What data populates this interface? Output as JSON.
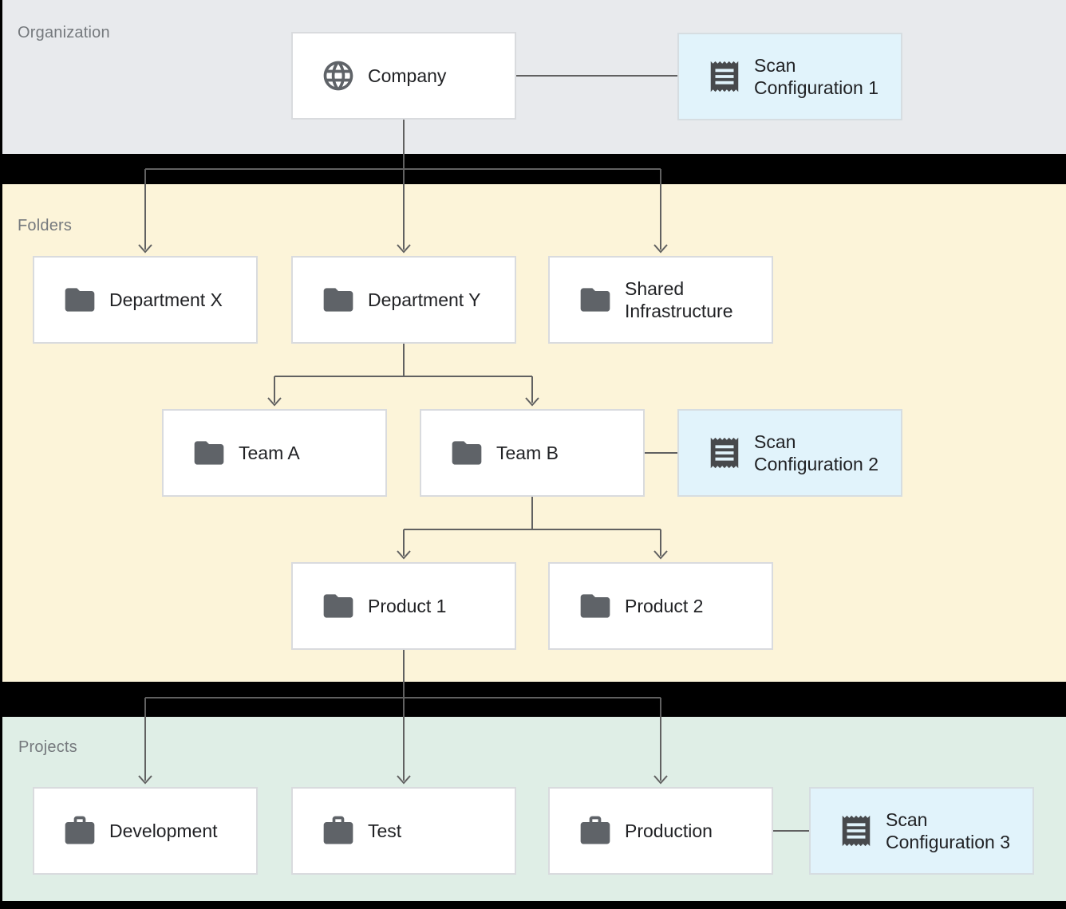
{
  "sections": {
    "organization": {
      "label": "Organization"
    },
    "folders": {
      "label": "Folders"
    },
    "projects": {
      "label": "Projects"
    }
  },
  "nodes": {
    "company": {
      "label": "Company",
      "icon": "globe-icon"
    },
    "department_x": {
      "label": "Department X",
      "icon": "folder-icon"
    },
    "department_y": {
      "label": "Department Y",
      "icon": "folder-icon"
    },
    "shared_infrastructure": {
      "line1": "Shared",
      "line2": "Infrastructure",
      "icon": "folder-icon"
    },
    "team_a": {
      "label": "Team A",
      "icon": "folder-icon"
    },
    "team_b": {
      "label": "Team B",
      "icon": "folder-icon"
    },
    "product_1": {
      "label": "Product 1",
      "icon": "folder-icon"
    },
    "product_2": {
      "label": "Product 2",
      "icon": "folder-icon"
    },
    "development": {
      "label": "Development",
      "icon": "briefcase-icon"
    },
    "test": {
      "label": "Test",
      "icon": "briefcase-icon"
    },
    "production": {
      "label": "Production",
      "icon": "briefcase-icon"
    },
    "scan_configuration_1": {
      "line1": "Scan",
      "line2": "Configuration 1",
      "icon": "receipt-icon"
    },
    "scan_configuration_2": {
      "line1": "Scan",
      "line2": "Configuration 2",
      "icon": "receipt-icon"
    },
    "scan_configuration_3": {
      "line1": "Scan",
      "line2": "Configuration 3",
      "icon": "receipt-icon"
    }
  },
  "colors": {
    "organization_section_bg": "#e8eaed",
    "folders_section_bg": "#fcf4d9",
    "projects_section_bg": "#dfeee6",
    "section_gap": "#000000",
    "node_bg": "#ffffff",
    "node_border": "#d9dbde",
    "scan_node_bg": "#e1f3fb",
    "icon_gray": "#5f6368",
    "receipt_icon": "#47494c",
    "text": "#212225",
    "section_label": "#75797d",
    "connector": "#616161"
  }
}
